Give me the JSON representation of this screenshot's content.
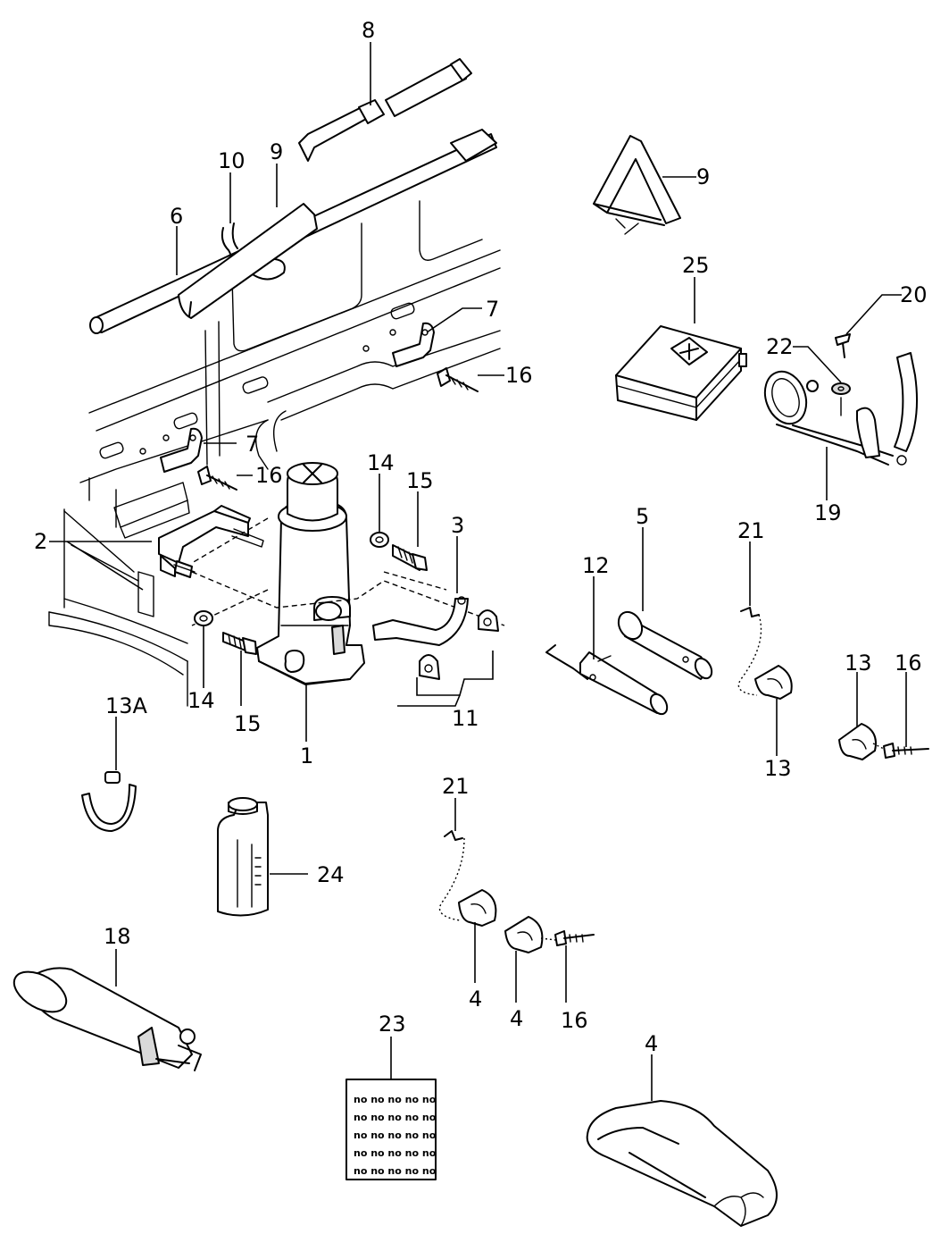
{
  "callouts": {
    "c1": "1",
    "c2": "2",
    "c3": "3",
    "c4a": "4",
    "c4b": "4",
    "c4c": "4",
    "c5": "5",
    "c6": "6",
    "c7a": "7",
    "c7b": "7",
    "c8": "8",
    "c9a": "9",
    "c9b": "9",
    "c10": "10",
    "c11": "11",
    "c12": "12",
    "c13a": "13",
    "c13b": "13",
    "c13A": "13A",
    "c14a": "14",
    "c14b": "14",
    "c15a": "15",
    "c15b": "15",
    "c16a": "16",
    "c16b": "16",
    "c16c": "16",
    "c16d": "16",
    "c18": "18",
    "c19": "19",
    "c20": "20",
    "c21a": "21",
    "c21b": "21",
    "c22": "22",
    "c23": "23",
    "c24": "24",
    "c25": "25"
  },
  "label_sheet": {
    "rows": [
      "no no no no no",
      "no no no no no",
      "no no no no no",
      "no no no no no",
      "no no no no no"
    ]
  }
}
